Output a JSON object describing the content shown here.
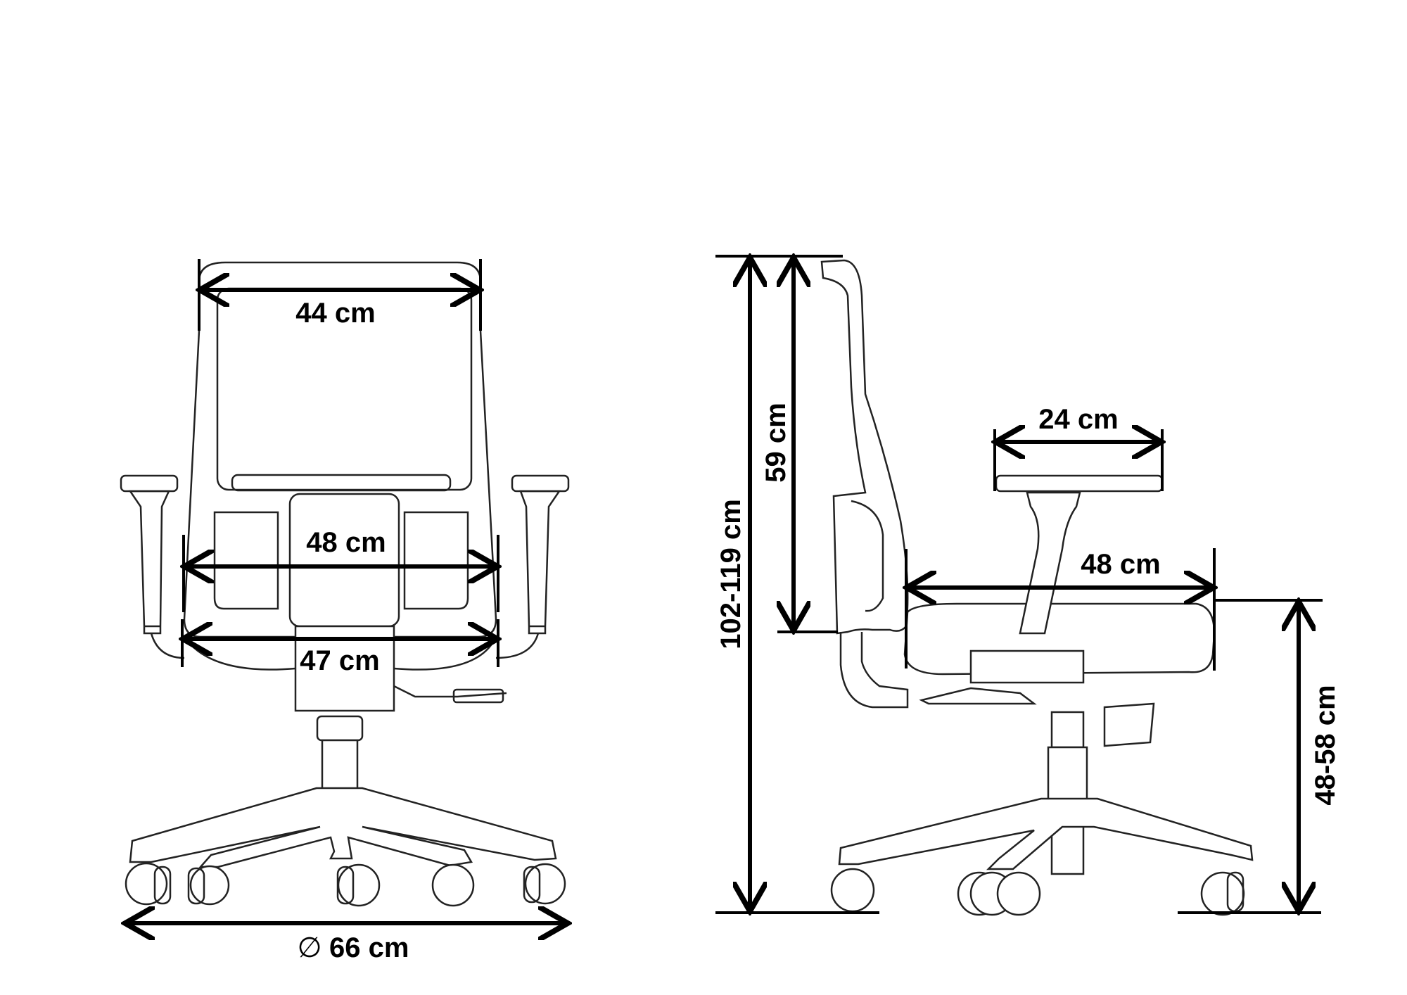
{
  "front_view": {
    "backrest_width": "44 cm",
    "seat_width": "48 cm",
    "armrest_inner_width": "47 cm",
    "base_diameter_symbol": "∅",
    "base_diameter": "66 cm"
  },
  "side_view": {
    "overall_height": "102-119 cm",
    "backrest_height": "59 cm",
    "armrest_length": "24 cm",
    "seat_depth": "48 cm",
    "seat_height": "48-58 cm"
  },
  "colors": {
    "line": "#000000",
    "background": "#ffffff"
  }
}
